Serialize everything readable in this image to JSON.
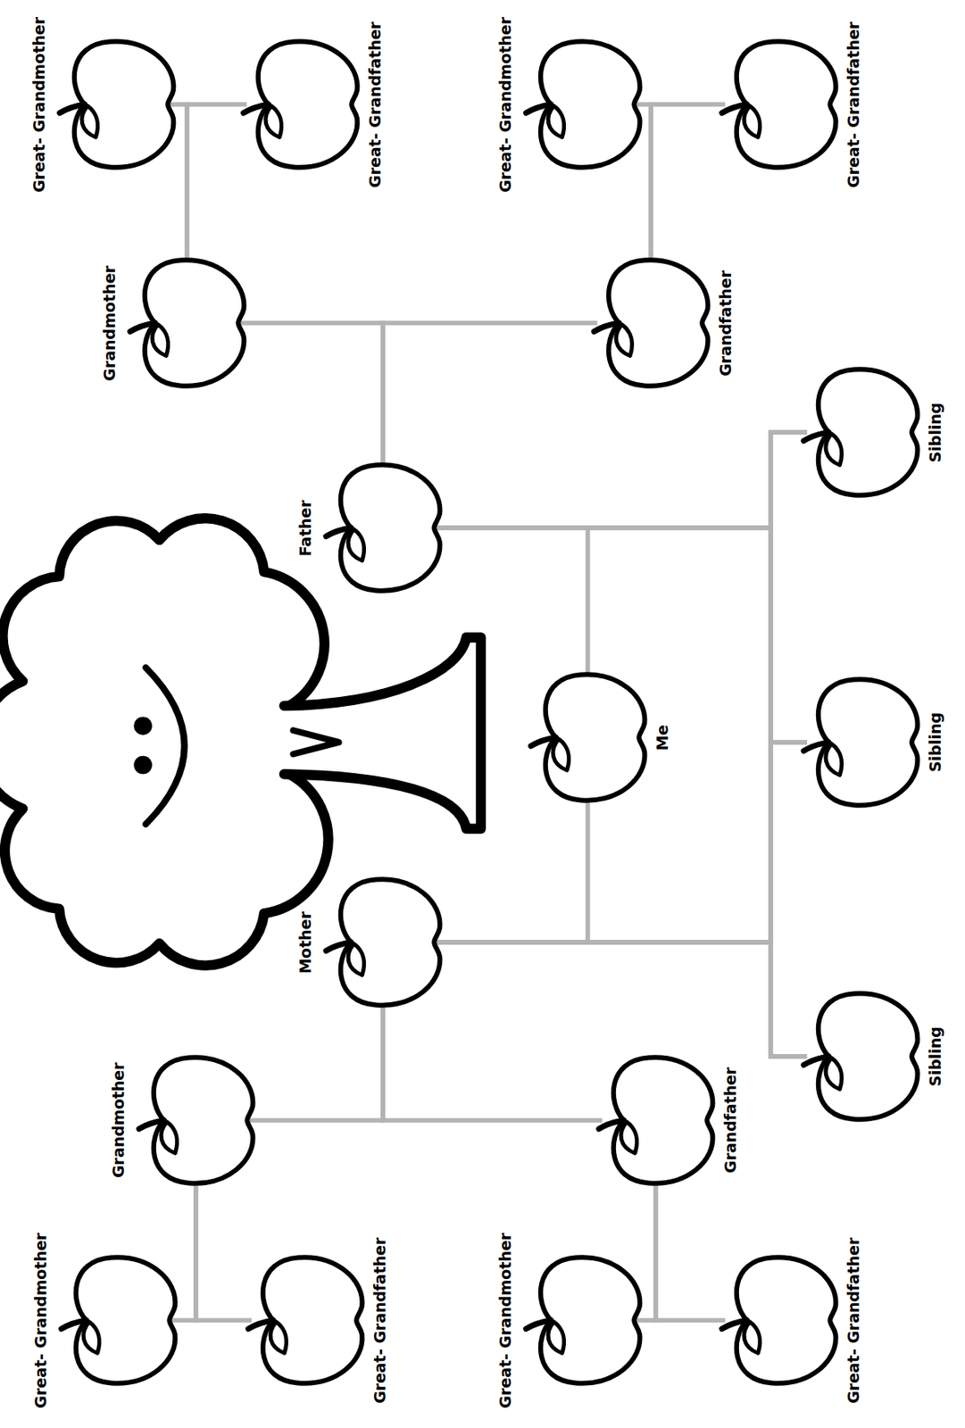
{
  "diagram": {
    "nodes": [
      {
        "text": [
          "Great- Grandmother"
        ]
      },
      {
        "text": [
          "Great- Grandfather"
        ]
      },
      {
        "text": [
          "Great- Grandmother"
        ]
      },
      {
        "text": [
          "Great- Grandfather"
        ]
      },
      {
        "text": [
          "Grandmother"
        ]
      },
      {
        "text": [
          "Grandfather"
        ]
      },
      {
        "text": [
          "Father"
        ]
      },
      {
        "text": [
          "Me"
        ]
      },
      {
        "text": [
          "Mother"
        ]
      },
      {
        "text": [
          "Sibling"
        ]
      },
      {
        "text": [
          "Sibling"
        ]
      },
      {
        "text": [
          "Sibling"
        ]
      },
      {
        "text": [
          "Grandmother"
        ]
      },
      {
        "text": [
          "Grandfather"
        ]
      },
      {
        "text": [
          "Great- Grandmother"
        ]
      },
      {
        "text": [
          "Great- Grandfather"
        ]
      },
      {
        "text": [
          "Great- Grandmother"
        ]
      },
      {
        "text": [
          "Great- Grandfather"
        ]
      }
    ],
    "edges": [
      {
        "from": 0,
        "to": 4,
        "arrow": "none"
      },
      {
        "from": 1,
        "to": 4,
        "arrow": "none"
      },
      {
        "from": 2,
        "to": 5,
        "arrow": "none"
      },
      {
        "from": 3,
        "to": 5,
        "arrow": "none"
      },
      {
        "from": 4,
        "to": 6,
        "arrow": "none"
      },
      {
        "from": 5,
        "to": 6,
        "arrow": "none"
      },
      {
        "from": 6,
        "to": 7,
        "arrow": "none"
      },
      {
        "from": 8,
        "to": 7,
        "arrow": "none"
      },
      {
        "from": 6,
        "to": 9,
        "arrow": "none"
      },
      {
        "from": 6,
        "to": 10,
        "arrow": "none"
      },
      {
        "from": 6,
        "to": 11,
        "arrow": "none"
      },
      {
        "from": 8,
        "to": 9,
        "arrow": "none"
      },
      {
        "from": 8,
        "to": 10,
        "arrow": "none"
      },
      {
        "from": 8,
        "to": 11,
        "arrow": "none"
      },
      {
        "from": 12,
        "to": 8,
        "arrow": "none"
      },
      {
        "from": 13,
        "to": 8,
        "arrow": "none"
      },
      {
        "from": 14,
        "to": 12,
        "arrow": "none"
      },
      {
        "from": 15,
        "to": 12,
        "arrow": "none"
      },
      {
        "from": 16,
        "to": 13,
        "arrow": "none"
      },
      {
        "from": 17,
        "to": 13,
        "arrow": "none"
      }
    ]
  }
}
